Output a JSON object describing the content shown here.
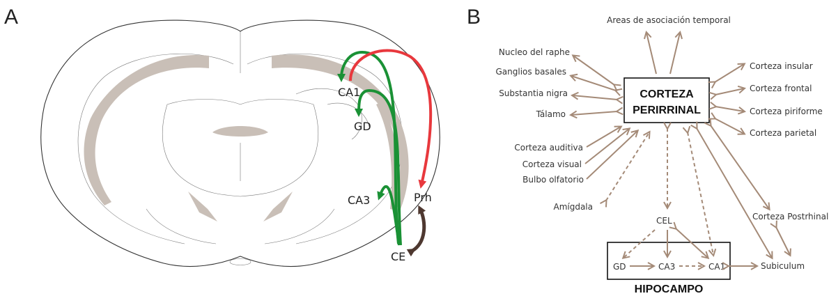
{
  "panels": {
    "a": "A",
    "b": "B"
  },
  "panel_a": {
    "regions": {
      "ca1": "CA1",
      "gd": "GD",
      "ca3": "CA3",
      "prh": "Prh",
      "ce": "CE"
    }
  },
  "panel_b": {
    "hub": {
      "line1": "CORTEZA",
      "line2": "PERIRRINAL"
    },
    "top": "Areas de asociación temporal",
    "left": [
      "Nucleo del raphe",
      "Ganglios basales",
      "Substantia nigra",
      "Tálamo"
    ],
    "right": [
      "Corteza insular",
      "Corteza frontal",
      "Corteza piriforme",
      "Corteza parietal"
    ],
    "inputs": [
      "Corteza auditiva",
      "Corteza visual",
      "Bulbo olfatorio"
    ],
    "amygdala": "Amígdala",
    "postrhinal": "Corteza Postrhinal",
    "subiculum": "Subiculum",
    "hippocampus": {
      "title": "HIPOCAMPO",
      "cel": "CEL",
      "gd": "GD",
      "ca3": "CA3",
      "ca1": "CA1"
    }
  },
  "colors": {
    "green": "#1a9135",
    "red": "#e8383d",
    "brown": "#4e3830",
    "arrow": "#a48a77",
    "white_matter": "#c9bfb7"
  }
}
